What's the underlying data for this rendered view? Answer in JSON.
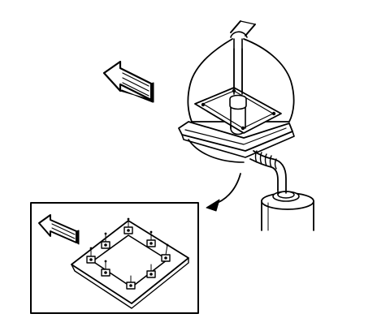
{
  "diagram": {
    "ink_color": "#000000",
    "paper_color": "#ffffff",
    "components": {
      "direction_arrow_icon": "forward-direction-arrow-icon",
      "assembly": "component-cover-assembly",
      "hose": "vacuum-hose",
      "canister": "canister",
      "detail_callout_arrow": "callout-arrow-icon",
      "detail_inset": "gasket-detail-inset",
      "bolt_count": 8
    }
  }
}
